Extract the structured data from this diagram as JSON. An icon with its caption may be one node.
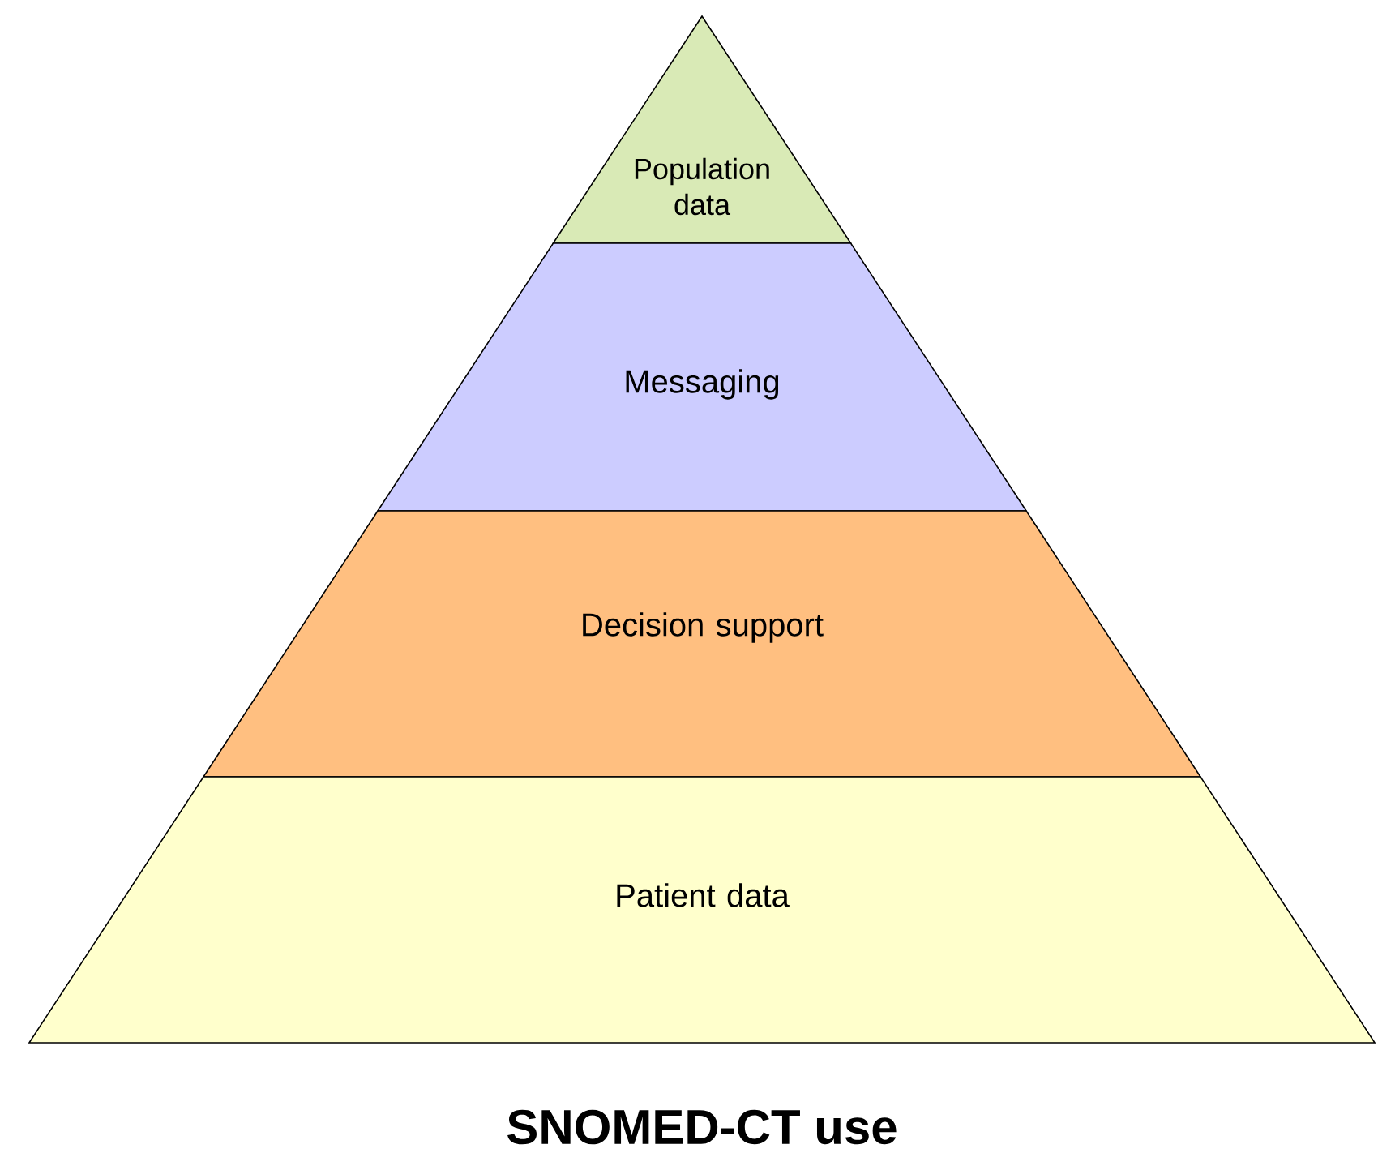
{
  "diagram": {
    "title": "SNOMED-CT use",
    "nodes": [
      {
        "text": [
          "Population data"
        ]
      },
      {
        "text": [
          "Messaging"
        ]
      },
      {
        "text": [
          "Decision support"
        ]
      },
      {
        "text": [
          "Patient data"
        ]
      }
    ]
  }
}
